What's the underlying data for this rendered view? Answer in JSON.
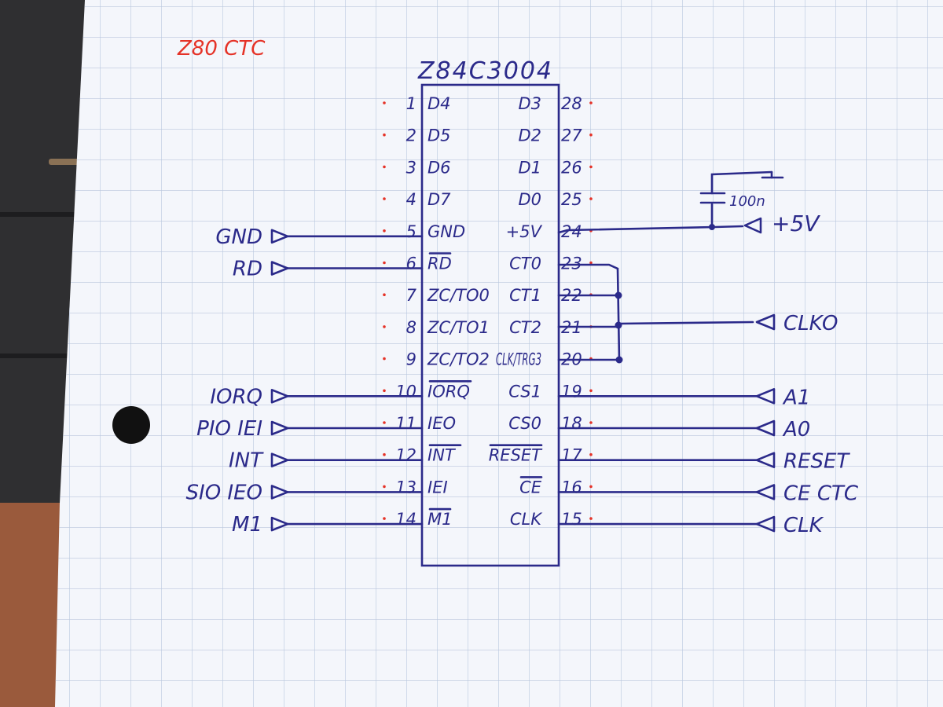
{
  "title": "Z80 CTC",
  "chip": {
    "name": "Z84C3004",
    "left_pins": [
      {
        "num": "1",
        "name": "D4"
      },
      {
        "num": "2",
        "name": "D5"
      },
      {
        "num": "3",
        "name": "D6"
      },
      {
        "num": "4",
        "name": "D7"
      },
      {
        "num": "5",
        "name": "GND"
      },
      {
        "num": "6",
        "name": "RD",
        "overline": true
      },
      {
        "num": "7",
        "name": "ZC/TO0"
      },
      {
        "num": "8",
        "name": "ZC/TO1"
      },
      {
        "num": "9",
        "name": "ZC/TO2"
      },
      {
        "num": "10",
        "name": "IORQ",
        "overline": true
      },
      {
        "num": "11",
        "name": "IEO"
      },
      {
        "num": "12",
        "name": "INT",
        "overline": true
      },
      {
        "num": "13",
        "name": "IEI"
      },
      {
        "num": "14",
        "name": "M1",
        "overline": true
      }
    ],
    "right_pins": [
      {
        "num": "28",
        "name": "D3"
      },
      {
        "num": "27",
        "name": "D2"
      },
      {
        "num": "26",
        "name": "D1"
      },
      {
        "num": "25",
        "name": "D0"
      },
      {
        "num": "24",
        "name": "+5V"
      },
      {
        "num": "23",
        "name": "CT0"
      },
      {
        "num": "22",
        "name": "CT1"
      },
      {
        "num": "21",
        "name": "CT2"
      },
      {
        "num": "20",
        "name": "CLK/TRG3"
      },
      {
        "num": "19",
        "name": "CS1"
      },
      {
        "num": "18",
        "name": "CS0"
      },
      {
        "num": "17",
        "name": "RESET",
        "overline": true
      },
      {
        "num": "16",
        "name": "CE",
        "overline": true
      },
      {
        "num": "15",
        "name": "CLK"
      }
    ]
  },
  "left_signals": [
    {
      "label": "GND",
      "pin": "5"
    },
    {
      "label": "RD",
      "pin": "6"
    },
    {
      "label": "IORQ",
      "pin": "10"
    },
    {
      "label": "PIO IEI",
      "pin": "11"
    },
    {
      "label": "INT",
      "pin": "12"
    },
    {
      "label": "SIO IEO",
      "pin": "13"
    },
    {
      "label": "M1",
      "pin": "14"
    }
  ],
  "right_signals": [
    {
      "label": "CLKO",
      "pins": [
        "23",
        "22",
        "21",
        "20"
      ]
    },
    {
      "label": "A1",
      "pin": "19"
    },
    {
      "label": "A0",
      "pin": "18"
    },
    {
      "label": "RESET",
      "pin": "17"
    },
    {
      "label": "CE CTC",
      "pin": "16"
    },
    {
      "label": "CLK",
      "pin": "15"
    }
  ],
  "power": {
    "label": "+5V",
    "pin": "24"
  },
  "capacitor": {
    "label": "100n"
  },
  "colors": {
    "ink": "#2b2a8a",
    "title": "#e53227",
    "paper": "#f4f6fb",
    "grid": "#b9c6dd"
  }
}
